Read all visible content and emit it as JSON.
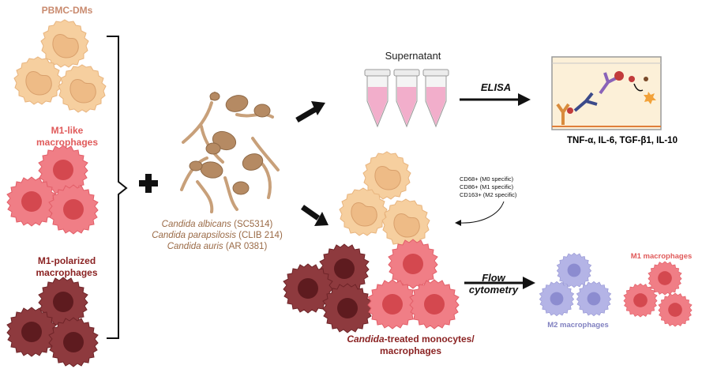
{
  "labels": {
    "pbmc": "PBMC-DMs",
    "m1_like_1": "M1-like",
    "m1_like_2": "macrophages",
    "m1_polarized_1": "M1-polarized",
    "m1_polarized_2": "macrophages",
    "supernatant": "Supernatant",
    "elisa": "ELISA",
    "cytokines": "TNF-α, IL-6, TGF-β1, IL-10",
    "markers": [
      "CD68+ (M0 specific)",
      "CD86+ (M1 specific)",
      "CD163+ (M2 specific)"
    ],
    "flow_1": "Flow",
    "flow_2": "cytometry",
    "m2_macrophages": "M2 macrophages",
    "m1_macrophages": "M1 macrophages",
    "treated_italic": "Candida",
    "treated_rest": "-treated monocytes/",
    "treated_2": "macrophages"
  },
  "strains": [
    {
      "species": "Candida albicans",
      "strain": "(SC5314)"
    },
    {
      "species": "Candida parapsilosis",
      "strain": "(CLIB 214)"
    },
    {
      "species": "Candida auris",
      "strain": "(AR 0381)"
    }
  ],
  "colors": {
    "pbmc": "#f6cf9f",
    "m1_like": "#f07e86",
    "m1_polarized": "#8e3a3e",
    "m2": "#b4b4e6",
    "candida": "#c8a07a",
    "tube_fill": "#f2aecb"
  }
}
